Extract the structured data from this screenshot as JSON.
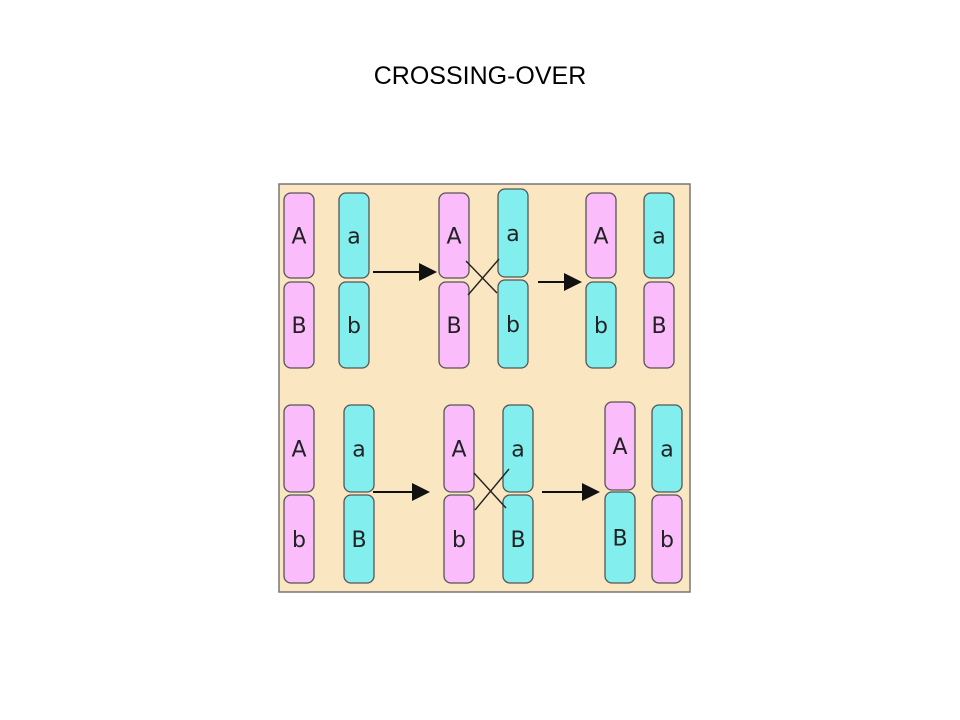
{
  "title": "CROSSING-OVER",
  "colors": {
    "panel": "#fbe6c2",
    "maternal": "#fbbcfb",
    "paternal": "#82eeee",
    "outline": "#555555"
  },
  "rows": [
    {
      "stages": [
        {
          "name": "before",
          "chromosomes": [
            {
              "top": {
                "label": "A",
                "color": "maternal"
              },
              "bottom": {
                "label": "B",
                "color": "maternal"
              }
            },
            {
              "top": {
                "label": "a",
                "color": "paternal"
              },
              "bottom": {
                "label": "b",
                "color": "paternal"
              }
            }
          ]
        },
        {
          "name": "crossing",
          "chromosomes": [
            {
              "top": {
                "label": "A",
                "color": "maternal"
              },
              "bottom": {
                "label": "B",
                "color": "maternal"
              }
            },
            {
              "top": {
                "label": "a",
                "color": "paternal"
              },
              "bottom": {
                "label": "b",
                "color": "paternal"
              }
            }
          ]
        },
        {
          "name": "after",
          "chromosomes": [
            {
              "top": {
                "label": "A",
                "color": "maternal"
              },
              "bottom": {
                "label": "b",
                "color": "paternal"
              }
            },
            {
              "top": {
                "label": "a",
                "color": "paternal"
              },
              "bottom": {
                "label": "B",
                "color": "maternal"
              }
            }
          ]
        }
      ]
    },
    {
      "stages": [
        {
          "name": "before",
          "chromosomes": [
            {
              "top": {
                "label": "A",
                "color": "maternal"
              },
              "bottom": {
                "label": "b",
                "color": "maternal"
              }
            },
            {
              "top": {
                "label": "a",
                "color": "paternal"
              },
              "bottom": {
                "label": "B",
                "color": "paternal"
              }
            }
          ]
        },
        {
          "name": "crossing",
          "chromosomes": [
            {
              "top": {
                "label": "A",
                "color": "maternal"
              },
              "bottom": {
                "label": "b",
                "color": "maternal"
              }
            },
            {
              "top": {
                "label": "a",
                "color": "paternal"
              },
              "bottom": {
                "label": "B",
                "color": "paternal"
              }
            }
          ]
        },
        {
          "name": "after",
          "chromosomes": [
            {
              "top": {
                "label": "A",
                "color": "maternal"
              },
              "bottom": {
                "label": "B",
                "color": "paternal"
              }
            },
            {
              "top": {
                "label": "a",
                "color": "paternal"
              },
              "bottom": {
                "label": "b",
                "color": "maternal"
              }
            }
          ]
        }
      ]
    }
  ]
}
